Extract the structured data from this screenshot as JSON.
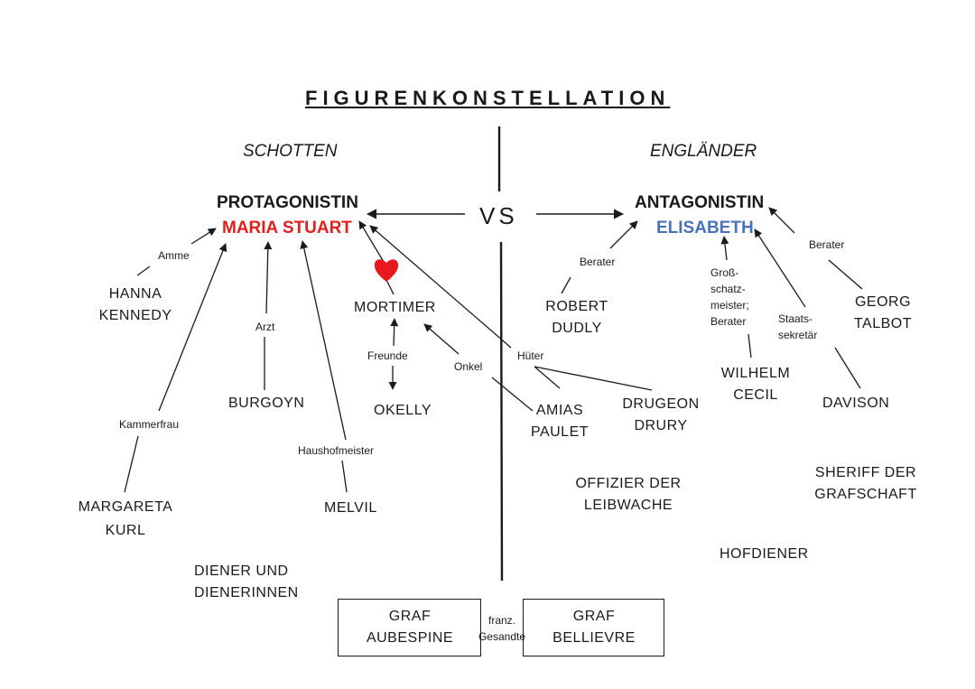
{
  "title": "FIGURENKONSTELLATION",
  "groups": {
    "left": "SCHOTTEN",
    "right": "ENGLÄNDER"
  },
  "vs": "VS",
  "protagonist": {
    "role": "PROTAGONISTIN",
    "name": "MARIA STUART",
    "color": "#e0201c"
  },
  "antagonist": {
    "role": "ANTAGONISTIN",
    "name": "ELISABETH",
    "color": "#4a72b8"
  },
  "scots": {
    "hanna": [
      "HANNA",
      "KENNEDY"
    ],
    "margareta": [
      "MARGARETA",
      "KURL"
    ],
    "burgoyn": "BURGOYN",
    "melvil": "MELVIL",
    "mortimer": "MORTIMER",
    "okelly": "OKELLY",
    "diener": [
      "DIENER UND",
      "DIENERINNEN"
    ]
  },
  "english": {
    "robert": [
      "ROBERT",
      "DUDLY"
    ],
    "wilhelm": [
      "WILHELM",
      "CECIL"
    ],
    "georg": [
      "GEORG",
      "TALBOT"
    ],
    "davison": "DAVISON",
    "amias": [
      "AMIAS",
      "PAULET"
    ],
    "drugeon": [
      "DRUGEON",
      "DRURY"
    ],
    "offizier": [
      "OFFIZIER DER",
      "LEIBWACHE"
    ],
    "sheriff": [
      "SHERIFF DER",
      "GRAFSCHAFT"
    ],
    "hofdiener": "HOFDIENER"
  },
  "french": {
    "aubespine": [
      "GRAF",
      "AUBESPINE"
    ],
    "bellievre": [
      "GRAF",
      "BELLIEVRE"
    ],
    "label": [
      "franz.",
      "Gesandte"
    ]
  },
  "relations": {
    "amme": "Amme",
    "kammerfrau": "Kammerfrau",
    "arzt": "Arzt",
    "haushofmeister": "Haushofmeister",
    "freunde": "Freunde",
    "onkel": "Onkel",
    "hueter": "Hüter",
    "berater_dudly": "Berater",
    "berater_talbot": "Berater",
    "cecil_role": [
      "Groß-",
      "schatz-",
      "meister;",
      "Berater"
    ],
    "staatssekretaer": [
      "Staats-",
      "sekretär"
    ]
  },
  "love_icon": "heart-icon"
}
